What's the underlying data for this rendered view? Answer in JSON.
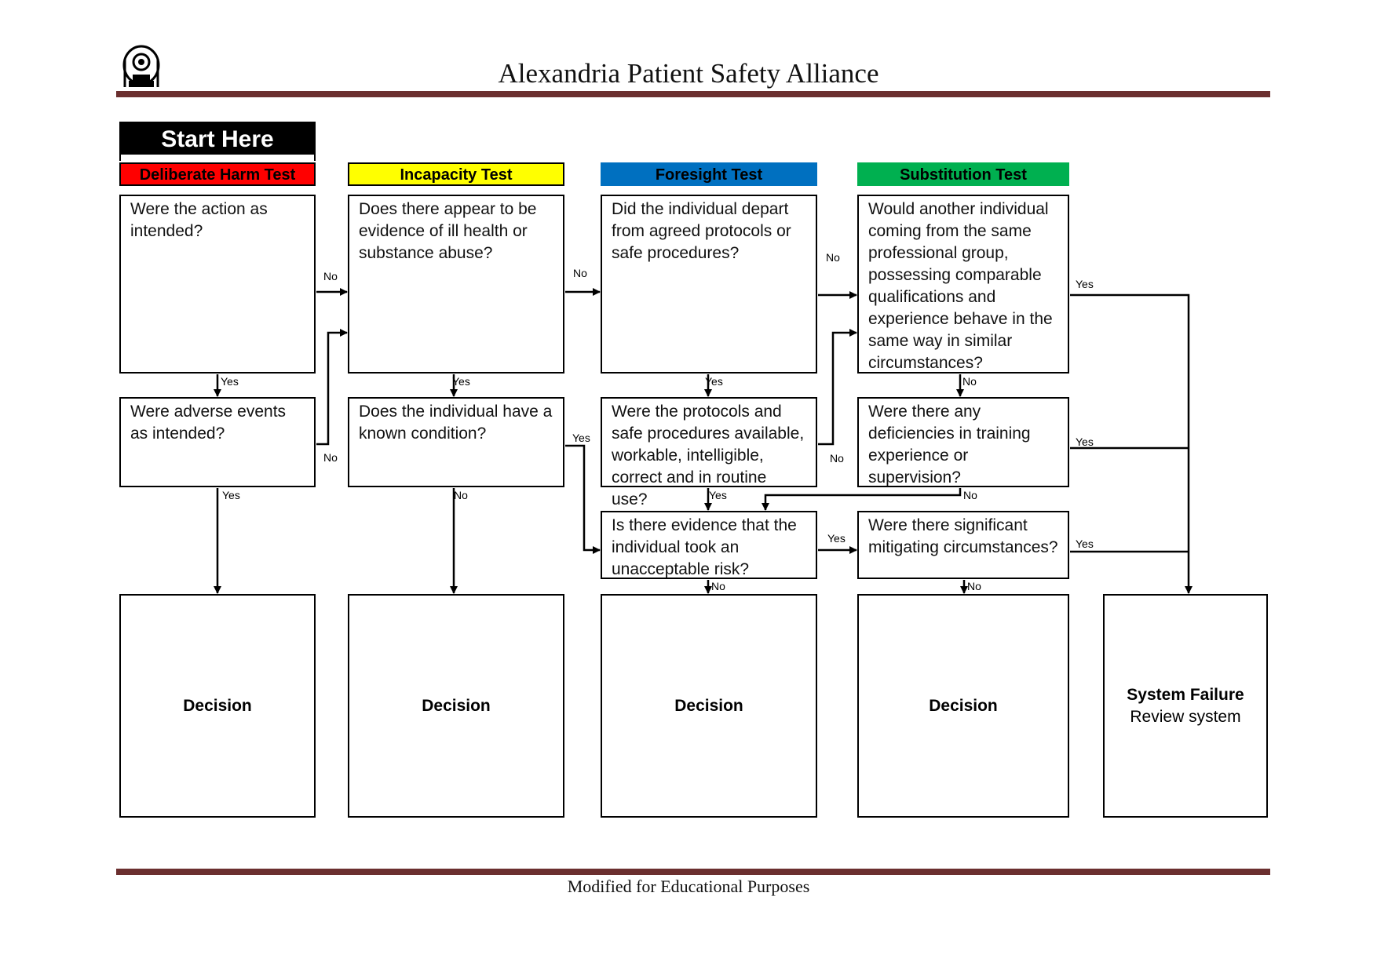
{
  "header": {
    "title": "Alexandria Patient Safety Alliance"
  },
  "footer": {
    "text": "Modified for Educational Purposes"
  },
  "start": {
    "label": "Start Here"
  },
  "tests": [
    {
      "label": "Deliberate Harm Test",
      "color": "#ff0000"
    },
    {
      "label": "Incapacity Test",
      "color": "#ffff00"
    },
    {
      "label": "Foresight Test",
      "color": "#0070c0"
    },
    {
      "label": "Substitution Test",
      "color": "#00b050"
    }
  ],
  "questions": {
    "q1": "Were the action as intended?",
    "q2": "Were adverse events as intended?",
    "q3": "Does there appear to be evidence of ill health or substance abuse?",
    "q4": "Does the individual have a known condition?",
    "q5": "Did the individual depart from agreed protocols or safe procedures?",
    "q6": "Were the protocols and safe procedures available, workable, intelligible, correct and in routine use?",
    "q7": "Is there evidence that the individual took an unacceptable risk?",
    "q8": "Would another individual coming from the same professional group, possessing comparable qualifications and experience behave in the same way in similar circumstances?",
    "q9": "Were there any deficiencies in training experience or supervision?",
    "q10": "Were there significant mitigating circumstances?"
  },
  "outcomes": {
    "d1": "Decision",
    "d2": "Decision",
    "d3": "Decision",
    "d4": "Decision",
    "system_title": "System Failure",
    "system_sub": "Review system"
  },
  "edge_labels": {
    "yes": "Yes",
    "no": "No"
  }
}
